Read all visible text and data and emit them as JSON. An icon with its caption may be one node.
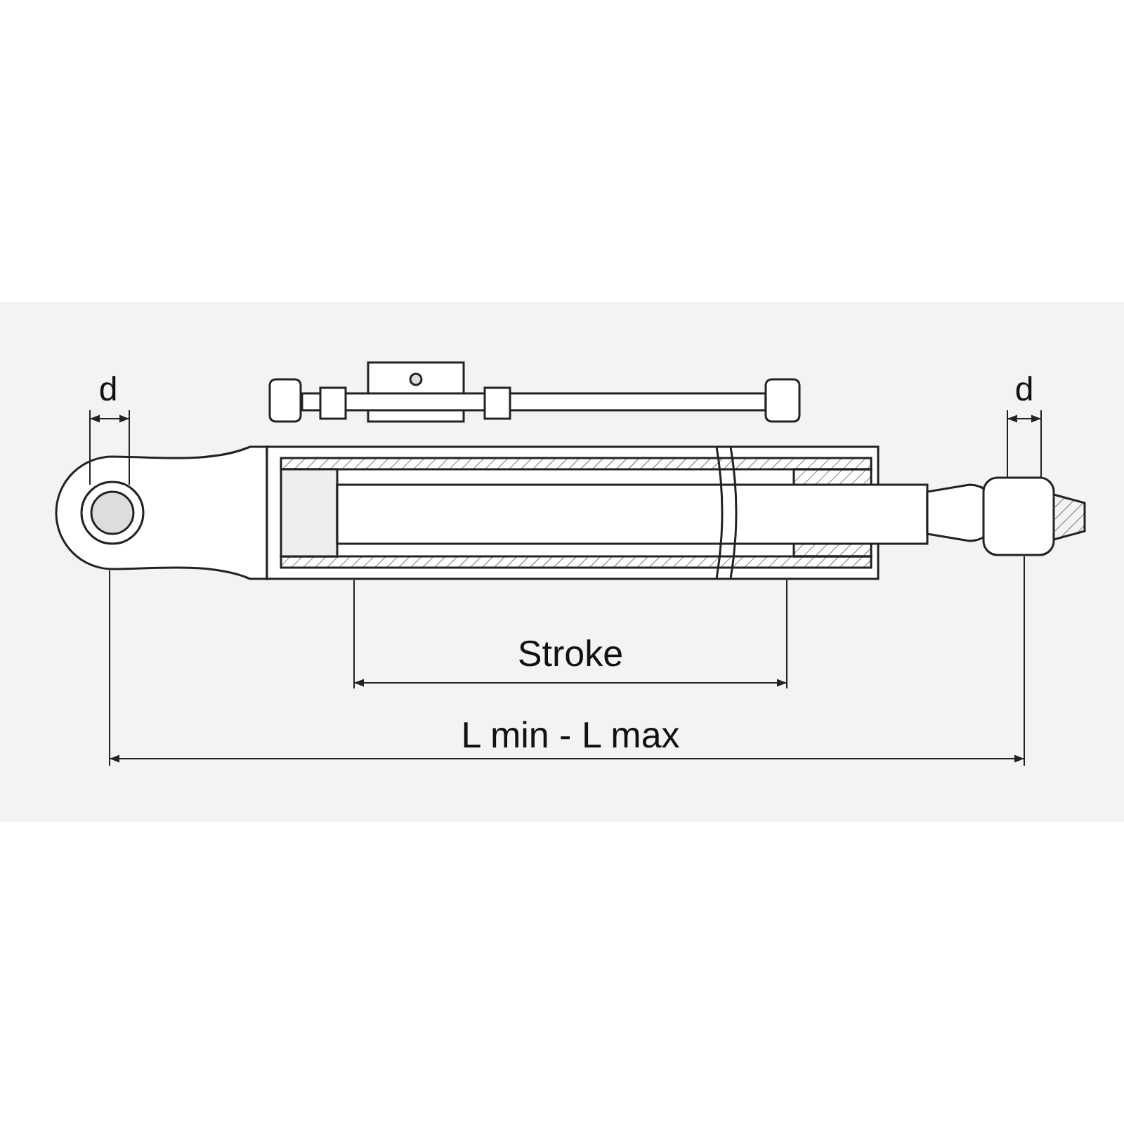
{
  "diagram": {
    "labels": [
      "d",
      "d",
      "Stroke",
      "L min - L max"
    ]
  }
}
